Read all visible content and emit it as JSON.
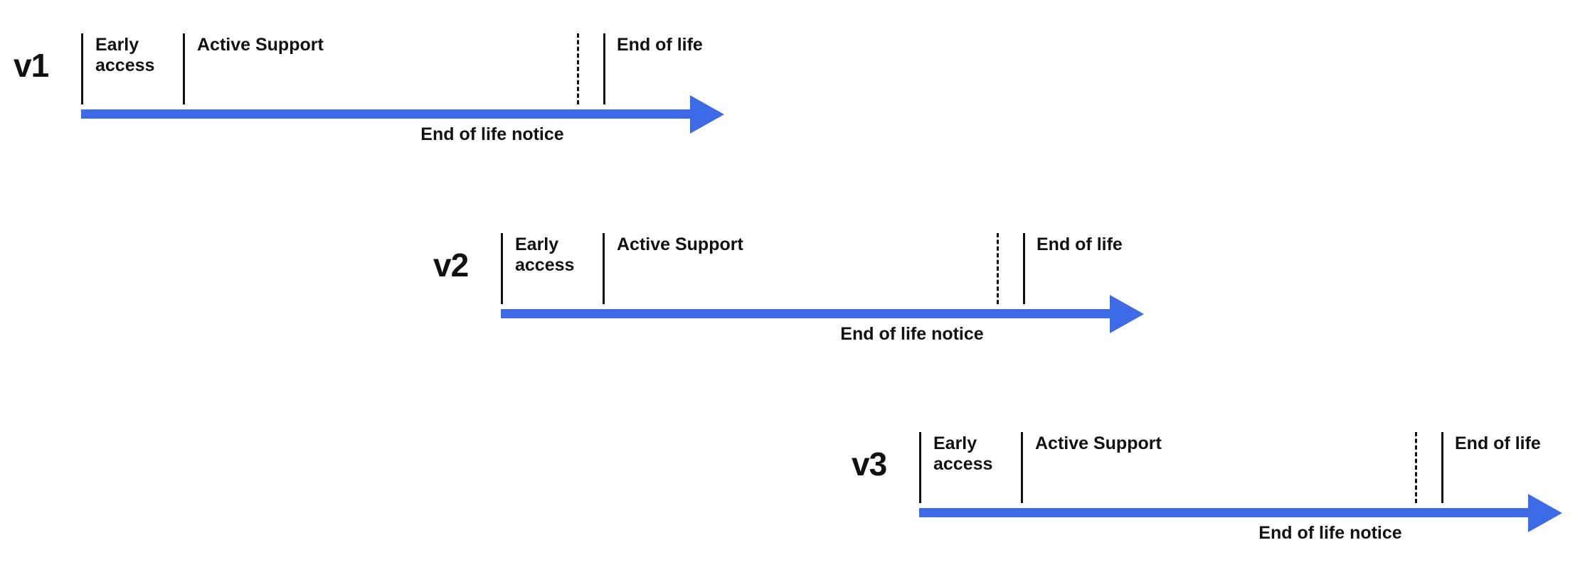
{
  "diagram": {
    "colors": {
      "arrow": "#3D6BE8",
      "tick": "#111111",
      "text": "#111111",
      "background": "#FFFFFF"
    },
    "timelines": [
      {
        "version": "v1",
        "labels": {
          "early_access": "Early access",
          "active_support": "Active Support",
          "end_of_life": "End of life",
          "eol_notice": "End of life notice"
        }
      },
      {
        "version": "v2",
        "labels": {
          "early_access": "Early access",
          "active_support": "Active Support",
          "end_of_life": "End of life",
          "eol_notice": "End of life notice"
        }
      },
      {
        "version": "v3",
        "labels": {
          "early_access": "Early access",
          "active_support": "Active Support",
          "end_of_life": "End of life",
          "eol_notice": "End of life notice"
        }
      }
    ]
  }
}
